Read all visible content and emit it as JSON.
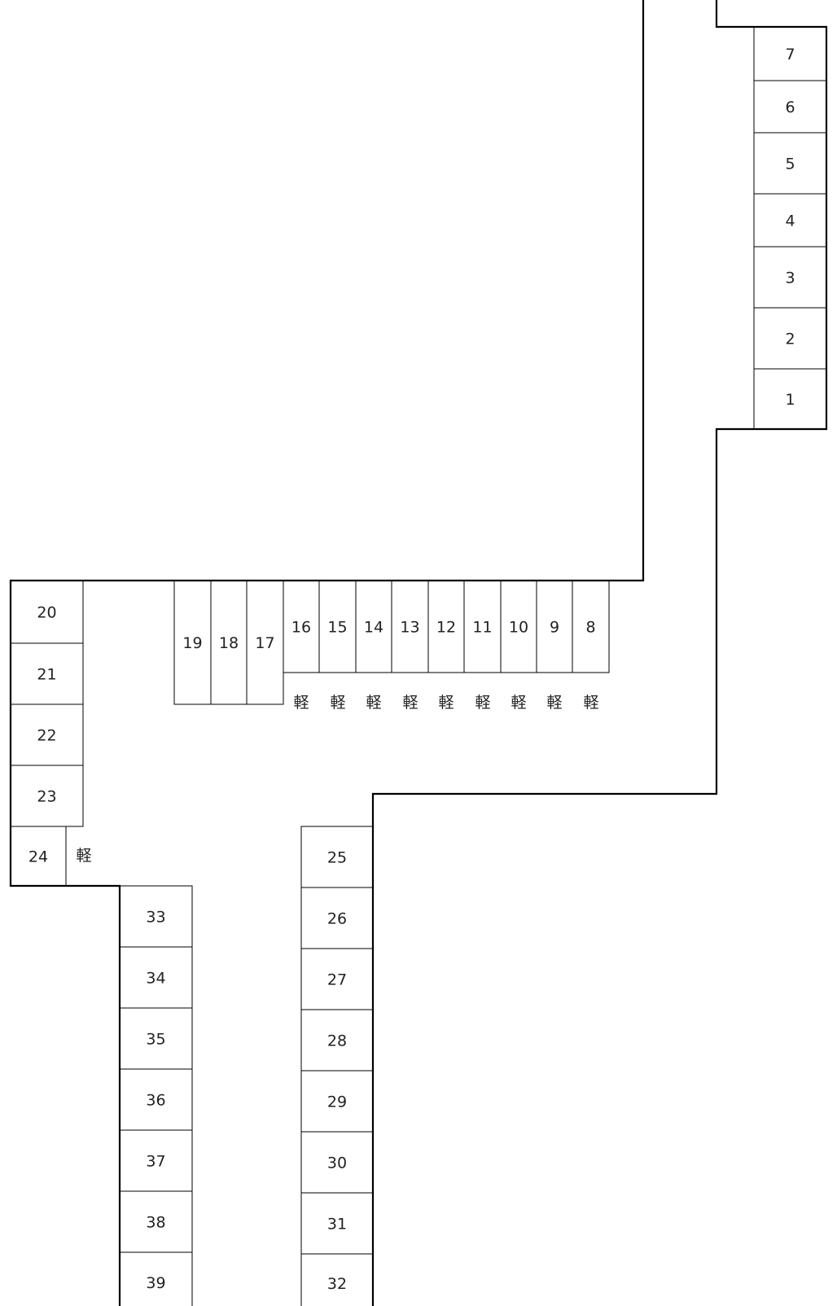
{
  "stalls": [
    {
      "id": "1",
      "label": "1"
    },
    {
      "id": "2",
      "label": "2"
    },
    {
      "id": "3",
      "label": "3"
    },
    {
      "id": "4",
      "label": "4"
    },
    {
      "id": "5",
      "label": "5"
    },
    {
      "id": "6",
      "label": "6"
    },
    {
      "id": "7",
      "label": "7"
    },
    {
      "id": "8",
      "label": "8",
      "note": "軽"
    },
    {
      "id": "9",
      "label": "9",
      "note": "軽"
    },
    {
      "id": "10",
      "label": "10",
      "note": "軽"
    },
    {
      "id": "11",
      "label": "11",
      "note": "軽"
    },
    {
      "id": "12",
      "label": "12",
      "note": "軽"
    },
    {
      "id": "13",
      "label": "13",
      "note": "軽"
    },
    {
      "id": "14",
      "label": "14",
      "note": "軽"
    },
    {
      "id": "15",
      "label": "15",
      "note": "軽"
    },
    {
      "id": "16",
      "label": "16",
      "note": "軽"
    },
    {
      "id": "17",
      "label": "17"
    },
    {
      "id": "18",
      "label": "18"
    },
    {
      "id": "19",
      "label": "19"
    },
    {
      "id": "20",
      "label": "20"
    },
    {
      "id": "21",
      "label": "21"
    },
    {
      "id": "22",
      "label": "22"
    },
    {
      "id": "23",
      "label": "23"
    },
    {
      "id": "24",
      "label": "24",
      "note": "軽"
    },
    {
      "id": "25",
      "label": "25"
    },
    {
      "id": "26",
      "label": "26"
    },
    {
      "id": "27",
      "label": "27"
    },
    {
      "id": "28",
      "label": "28"
    },
    {
      "id": "29",
      "label": "29"
    },
    {
      "id": "30",
      "label": "30"
    },
    {
      "id": "31",
      "label": "31"
    },
    {
      "id": "32",
      "label": "32"
    },
    {
      "id": "33",
      "label": "33"
    },
    {
      "id": "34",
      "label": "34"
    },
    {
      "id": "35",
      "label": "35"
    },
    {
      "id": "36",
      "label": "36"
    },
    {
      "id": "37",
      "label": "37"
    },
    {
      "id": "38",
      "label": "38"
    },
    {
      "id": "39",
      "label": "39"
    }
  ]
}
